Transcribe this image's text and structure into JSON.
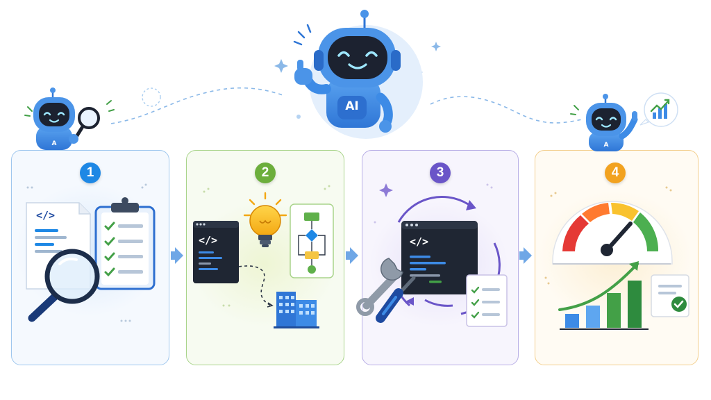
{
  "steps": [
    {
      "number": "1",
      "color": "#1e88e5",
      "border": "#9fc7ee",
      "bg": "#f3f8fe"
    },
    {
      "number": "2",
      "color": "#6cae3c",
      "border": "#a9d48b",
      "bg": "#f6fbef"
    },
    {
      "number": "3",
      "color": "#6a55c8",
      "border": "#b8aee6",
      "bg": "#f6f4fd"
    },
    {
      "number": "4",
      "color": "#f2a21f",
      "border": "#f3cf8e",
      "bg": "#fffaf1"
    }
  ],
  "robot": {
    "chest_label": "AI",
    "small_chest_label": "A"
  },
  "code_snippet_label": "</>",
  "colors": {
    "robot_blue": "#3d8be6",
    "screen_dark": "#1f2633",
    "accent_green": "#43a047",
    "accent_blue": "#1e88e5",
    "connector_dash": "#8ab8e8"
  },
  "icons": {
    "mascot_center": "thumbs-up-robot",
    "mascot_left": "robot-with-magnifier",
    "mascot_right": "robot-pointing-with-growth-chart",
    "step1": [
      "code-document",
      "magnifier",
      "checklist-clipboard"
    ],
    "step2": [
      "code-window",
      "lightbulb",
      "flowchart",
      "building"
    ],
    "step3": [
      "code-window",
      "wrench",
      "screwdriver",
      "refresh-cycle",
      "checklist"
    ],
    "step4": [
      "speedometer-gauge",
      "growth-bar-chart",
      "approved-document"
    ]
  }
}
